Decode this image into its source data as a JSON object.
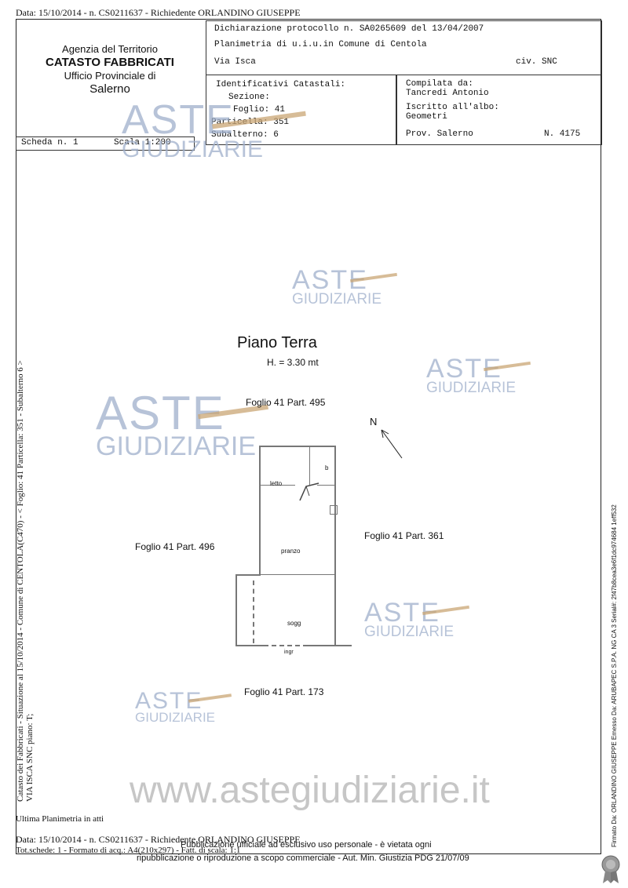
{
  "header_line": "Data: 15/10/2014 - n. CS0211637 - Richiedente ORLANDINO GIUSEPPE",
  "agency": {
    "line1": "Agenzia del Territorio",
    "line2": "CATASTO FABBRICATI",
    "line3": "Ufficio Provinciale di",
    "line4": "Salerno"
  },
  "declaration": {
    "protocol": "Dichiarazione protocollo n. SA0265609 del 13/04/2007",
    "plan": "Planimetria di u.i.u.in Comune di Centola",
    "street": "Via Isca",
    "civ": "civ. SNC"
  },
  "identifiers": {
    "heading": "Identificativi Catastali:",
    "sezione": "Sezione:",
    "foglio": "Foglio: 41",
    "particella": "Particella: 351",
    "subalterno": "Subalterno: 6"
  },
  "compiler": {
    "label": "Compilata da:",
    "name": "Tancredi Antonio",
    "albo_label": "Iscritto all'albo:",
    "albo_value": "Geometri",
    "prov": "Prov. Salerno",
    "number": "N.  4175"
  },
  "scheda": "Scheda n. 1",
  "scala": "Scala 1:200",
  "floorplan": {
    "title": "Piano Terra",
    "height": "H. = 3.30 mt",
    "north": "N",
    "neighbors": {
      "top": "Foglio 41 Part. 495",
      "left": "Foglio 41 Part. 496",
      "right": "Foglio 41 Part. 361",
      "bottom": "Foglio 41 Part. 173"
    },
    "rooms": {
      "letto": "letto",
      "b": "b",
      "pranzo": "pranzo",
      "sogg": "sogg",
      "ingr": "ingr"
    }
  },
  "side_left_1": "Catasto dei Fabbricati - Situazione al 15/10/2014 - Comune di CENTOLA(C470) - < Foglio: 41 Particella: 351 - Subalterno 6 >",
  "side_left_2": "VIA ISCA SNC piano: T;",
  "side_right": "Firmato Da: ORLANDINO GIUSEPPE Emesso Da: ARUBAPEC S.P.A. NG CA 3 Serial#: 2f47b8cea3e6f1dc974684 1eff532",
  "watermark": {
    "aste": "ASTE",
    "giudiziarie": "GIUDIZIARIE",
    "site": "www.astegiudiziarie.it"
  },
  "footer": {
    "last_plan": "Ultima Planimetria in atti",
    "data_line": "Data: 15/10/2014 - n. CS0211637 - Richiedente ORLANDINO GIUSEPPE",
    "tot_line": "Tot.schede: 1 - Formato di acq.: A4(210x297) - Fatt. di scala: 1:1",
    "notice1": "Pubblicazione ufficiale ad esclusivo uso personale - è vietata ogni",
    "notice2": "ripubblicazione o riproduzione a scopo commerciale - Aut. Min. Giustizia PDG 21/07/09"
  }
}
